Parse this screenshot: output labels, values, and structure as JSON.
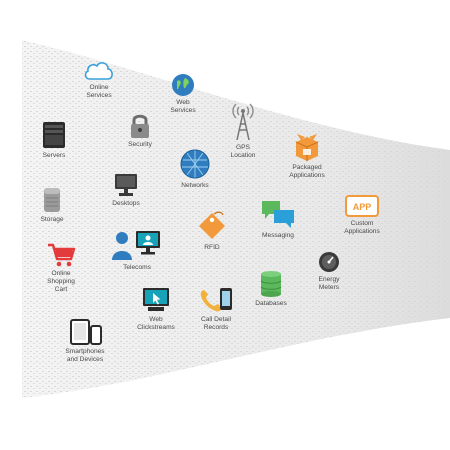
{
  "colors": {
    "cloud": "#3aa0da",
    "dark": "#333333",
    "orange": "#f2993c",
    "green": "#5cb85c",
    "red": "#e33b3b",
    "blue": "#2f7dbf",
    "teal": "#17a2b8"
  },
  "items": [
    {
      "name": "online-services",
      "icon": "cloud-icon",
      "label": "Online\nServices"
    },
    {
      "name": "web-services",
      "icon": "globe-icon",
      "label": "Web\nServices"
    },
    {
      "name": "servers",
      "icon": "server-icon",
      "label": "Servers"
    },
    {
      "name": "security",
      "icon": "lock-icon",
      "label": "Security"
    },
    {
      "name": "gps-location",
      "icon": "antenna-icon",
      "label": "GPS\nLocation"
    },
    {
      "name": "packaged-applications",
      "icon": "package-icon",
      "label": "Packaged\nApplications"
    },
    {
      "name": "networks",
      "icon": "network-globe-icon",
      "label": "Networks"
    },
    {
      "name": "storage",
      "icon": "storage-icon",
      "label": "Storage"
    },
    {
      "name": "desktops",
      "icon": "desktop-icon",
      "label": "Desktops"
    },
    {
      "name": "custom-applications",
      "icon": "app-badge-icon",
      "badge": "APP",
      "label": "Custom\nApplications"
    },
    {
      "name": "rfid",
      "icon": "rfid-tag-icon",
      "label": "RFID"
    },
    {
      "name": "messaging",
      "icon": "chat-bubbles-icon",
      "label": "Messaging"
    },
    {
      "name": "telecoms",
      "icon": "telecom-icon",
      "label": "Telecoms"
    },
    {
      "name": "online-shopping-cart",
      "icon": "cart-icon",
      "label": "Online\nShopping\nCart"
    },
    {
      "name": "energy-meters",
      "icon": "meter-icon",
      "label": "Energy\nMeters"
    },
    {
      "name": "databases",
      "icon": "database-icon",
      "label": "Databases"
    },
    {
      "name": "web-clickstreams",
      "icon": "clickstream-icon",
      "label": "Web\nClickstreams"
    },
    {
      "name": "call-detail-records",
      "icon": "phone-icon",
      "label": "Call Detail\nRecords"
    },
    {
      "name": "smartphones-and-devices",
      "icon": "devices-icon",
      "label": "Smartphones\nand Devices"
    }
  ]
}
